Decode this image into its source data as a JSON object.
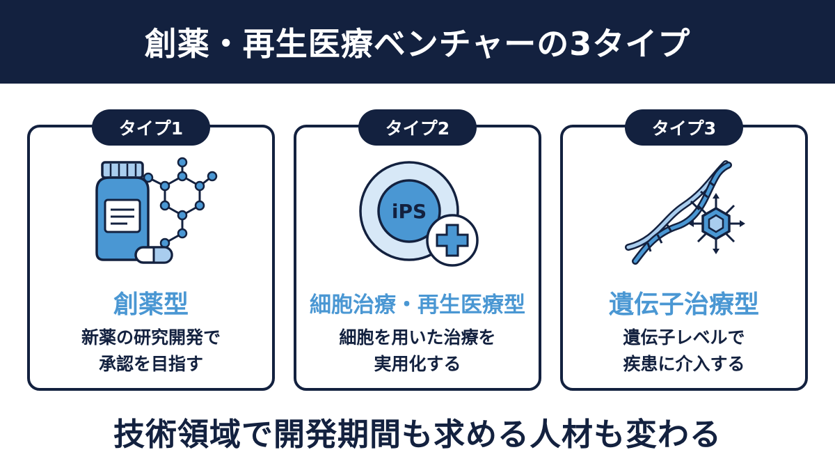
{
  "header": {
    "title": "創薬・再生医療ベンチャーの3タイプ"
  },
  "cards": [
    {
      "badge": "タイプ1",
      "icon": "medicine-bottle-molecule-icon",
      "type_label": "創薬型",
      "desc_lines": [
        "新薬の研究開発で",
        "承認を目指す"
      ]
    },
    {
      "badge": "タイプ2",
      "icon": "ips-cell-plus-icon",
      "icon_text": "iPS",
      "type_label": "細胞治療・再生医療型",
      "desc_lines": [
        "細胞を用いた治療を",
        "実用化する"
      ]
    },
    {
      "badge": "タイプ3",
      "icon": "dna-gene-icon",
      "type_label": "遺伝子治療型",
      "desc_lines": [
        "遺伝子レベルで",
        "疾患に介入する"
      ]
    }
  ],
  "footer": {
    "text": "技術領域で開発期間も求める人材も変わる"
  },
  "colors": {
    "navy": "#13213f",
    "accent_blue": "#4a97d3",
    "light_blue": "#a9cdee",
    "pale_blue": "#d7e8f7"
  }
}
